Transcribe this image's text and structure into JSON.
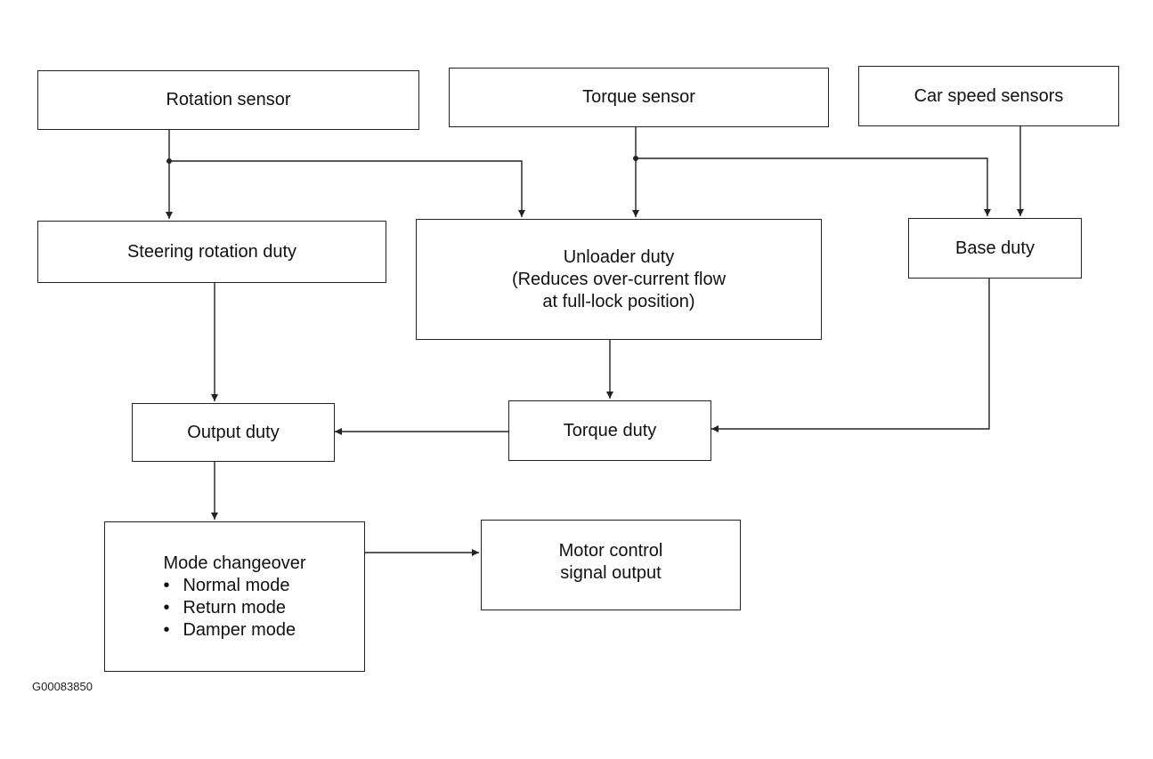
{
  "blocks": {
    "rotation_sensor": "Rotation sensor",
    "torque_sensor": "Torque sensor",
    "car_speed_sensors": "Car speed sensors",
    "steering_rotation_duty": "Steering rotation duty",
    "unloader_duty": [
      "Unloader duty",
      "(Reduces over-current flow",
      "at full-lock position)"
    ],
    "base_duty": "Base duty",
    "output_duty": "Output duty",
    "torque_duty": "Torque duty",
    "mode_changeover": {
      "title": "Mode changeover",
      "modes": [
        "Normal mode",
        "Return mode",
        "Damper mode"
      ]
    },
    "motor_control": [
      "Motor control",
      "signal output"
    ]
  },
  "figure_id": "G00083850"
}
